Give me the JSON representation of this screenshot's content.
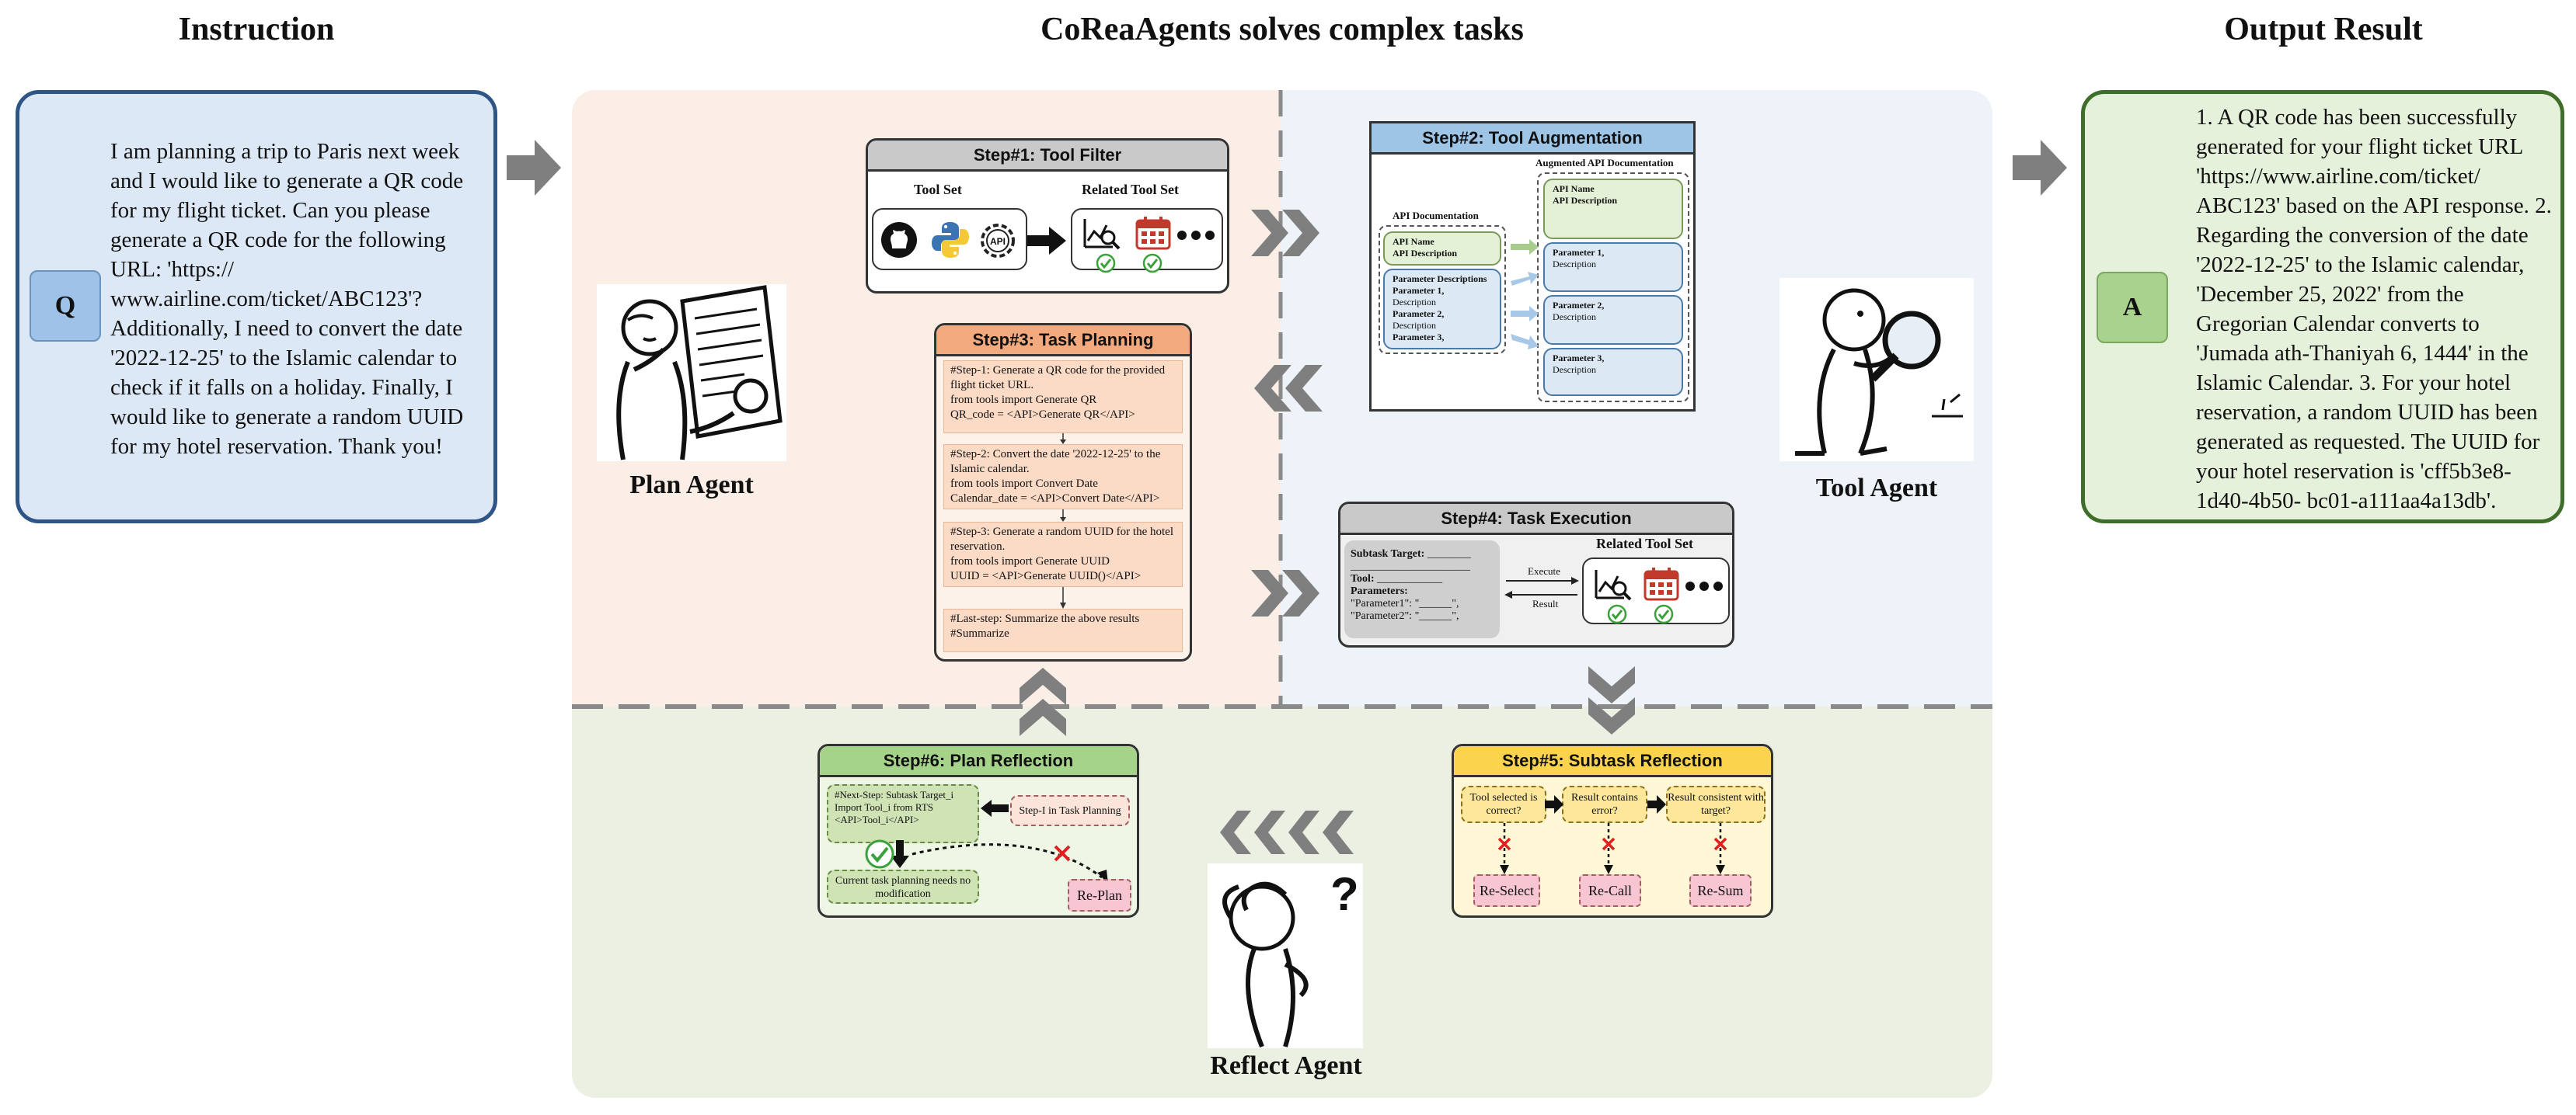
{
  "titles": {
    "instruction": "Instruction",
    "main": "CoReaAgents solves complex tasks",
    "output": "Output Result"
  },
  "instruction": {
    "badge": "Q",
    "text": "I am planning a trip to Paris next week and I would like to generate a QR code for my flight ticket. Can you please generate a QR code for the following URL: 'https:// www.airline.com/ticket/ABC123'? Additionally, I need to convert the date '2022-12-25' to the Islamic calendar to check if it falls on a holiday. Finally, I would like to generate a random UUID for my hotel reservation. Thank you!"
  },
  "output": {
    "badge": "A",
    "text": "1. A QR code has been successfully generated for your flight ticket URL 'https://www.airline.com/ticket/ ABC123' based on the API response. 2. Regarding the conversion of the date '2022-12-25' to the Islamic calendar, 'December 25, 2022' from the Gregorian Calendar converts to 'Jumada ath-Thaniyah 6, 1444' in the Islamic Calendar. 3. For your hotel reservation, a random UUID has been generated as requested. The UUID for your hotel reservation is 'cff5b3e8-1d40-4b50- bc01-a111aa4a13db'."
  },
  "agents": {
    "plan": "Plan Agent",
    "tool": "Tool Agent",
    "reflect": "Reflect Agent"
  },
  "step1": {
    "title": "Step#1: Tool Filter",
    "tool_set": "Tool Set",
    "related_tool_set": "Related Tool Set",
    "api_icon": "API"
  },
  "step2": {
    "title": "Step#2: Tool Augmentation",
    "api_doc": "API Documentation",
    "aug_doc": "Augmented API Documentation",
    "api_name": "API Name",
    "api_desc": "API Description",
    "param_desc": "Parameter Descriptions",
    "param1": "Parameter 1,",
    "param2": "Parameter 2,",
    "param3": "Parameter 3,",
    "description": "Description"
  },
  "step3": {
    "title": "Step#3: Task Planning",
    "blocks": [
      [
        "#Step-1: Generate a QR code for the provided flight ticket URL.",
        "from tools import Generate QR",
        "QR_code = <API>Generate QR</API>"
      ],
      [
        "#Step-2: Convert the date '2022-12-25' to the Islamic calendar.",
        "from tools import Convert Date",
        "Calendar_date = <API>Convert Date</API>"
      ],
      [
        "#Step-3: Generate a random UUID for the hotel reservation.",
        "from tools import Generate UUID",
        "UUID = <API>Generate UUID()</API>"
      ],
      [
        "#Last-step: Summarize the above results",
        "#Summarize"
      ]
    ]
  },
  "step4": {
    "title": "Step#4: Task Execution",
    "subtask_target": "Subtask Target:",
    "tool": "Tool:",
    "parameters": "Parameters:",
    "p1": "\"Parameter1\": \"______\",",
    "p2": "\"Parameter2\": \"______\",",
    "execute": "Execute",
    "result": "Result",
    "related_tool_set": "Related Tool Set"
  },
  "step5": {
    "title": "Step#5: Subtask Reflection",
    "q1": "Tool selected is correct?",
    "q2": "Result contains error?",
    "q3": "Result consistent with target?",
    "a1": "Re-Select",
    "a2": "Re-Call",
    "a3": "Re-Sum"
  },
  "step6": {
    "title": "Step#6: Plan Reflection",
    "next_step": "#Next-Step: Subtask Target_i Import Tool_i from RTS <API>Tool_i</API>",
    "step_i": "Step-I in Task Planning",
    "no_mod": "Current task planning needs no modification",
    "replan": "Re-Plan"
  },
  "colors": {
    "plan_region": "#fbeee6",
    "tool_region": "#edf3f9",
    "reflect_region": "#ebf0e3",
    "instruction_fill": "#dce8f6",
    "instruction_border": "#2f5486",
    "output_fill": "#e6f1dc",
    "output_border": "#3f6e2a",
    "arrow_gray": "#7f7f7f"
  }
}
